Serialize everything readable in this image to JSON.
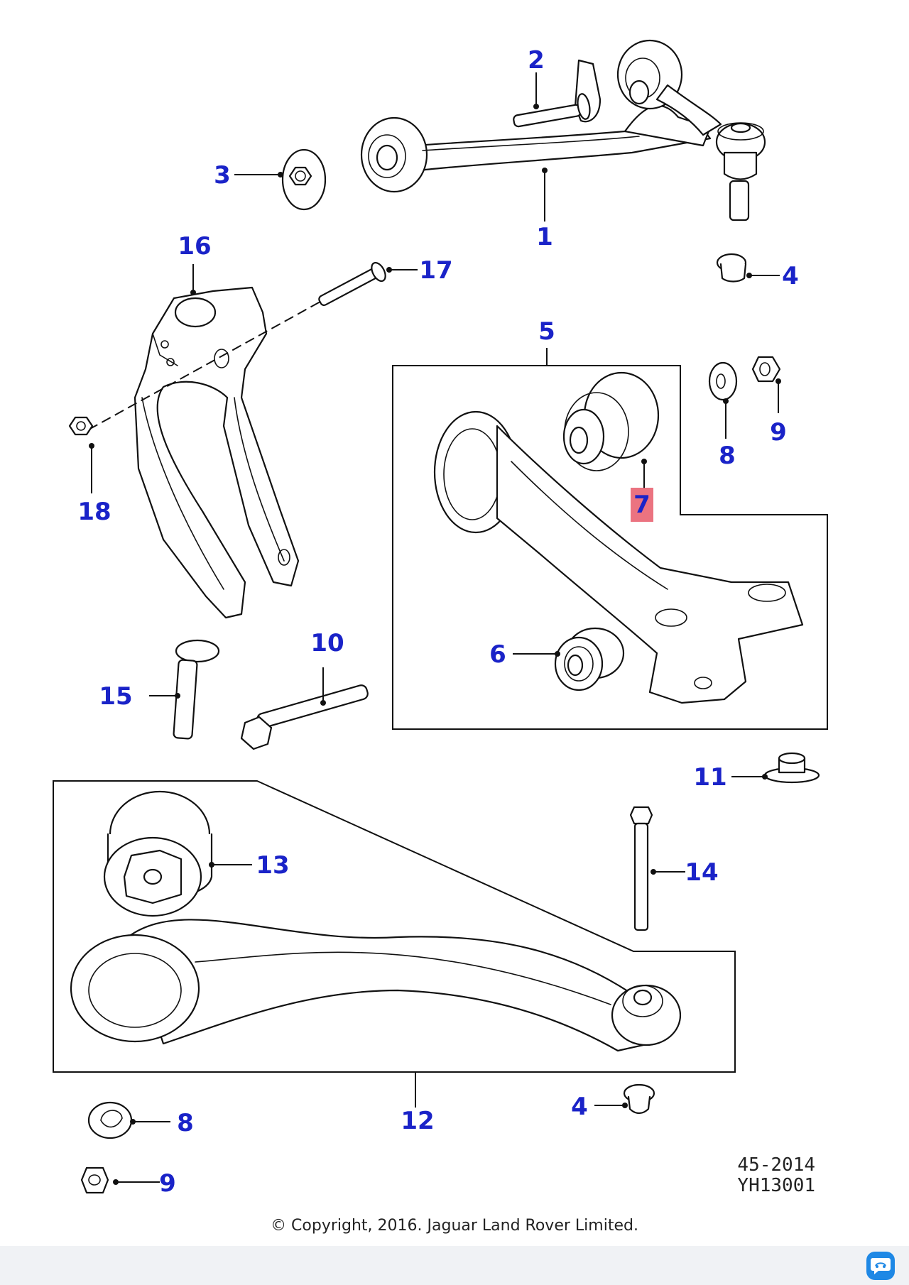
{
  "callouts": {
    "c1": "1",
    "c2": "2",
    "c3": "3",
    "c4a": "4",
    "c4b": "4",
    "c5": "5",
    "c6": "6",
    "c7": "7",
    "c8a": "8",
    "c8b": "8",
    "c9a": "9",
    "c9b": "9",
    "c10": "10",
    "c11": "11",
    "c12": "12",
    "c13": "13",
    "c14": "14",
    "c15": "15",
    "c16": "16",
    "c17": "17",
    "c18": "18"
  },
  "highlight_color": "#e85a6a",
  "callout_color": "#1a23c8",
  "drawing_code": {
    "line1": "45-2014",
    "line2": "YH13001"
  },
  "copyright": "© Copyright, 2016. Jaguar Land Rover Limited.",
  "toolbar": {
    "chat_icon": "chat-bubble-icon"
  }
}
